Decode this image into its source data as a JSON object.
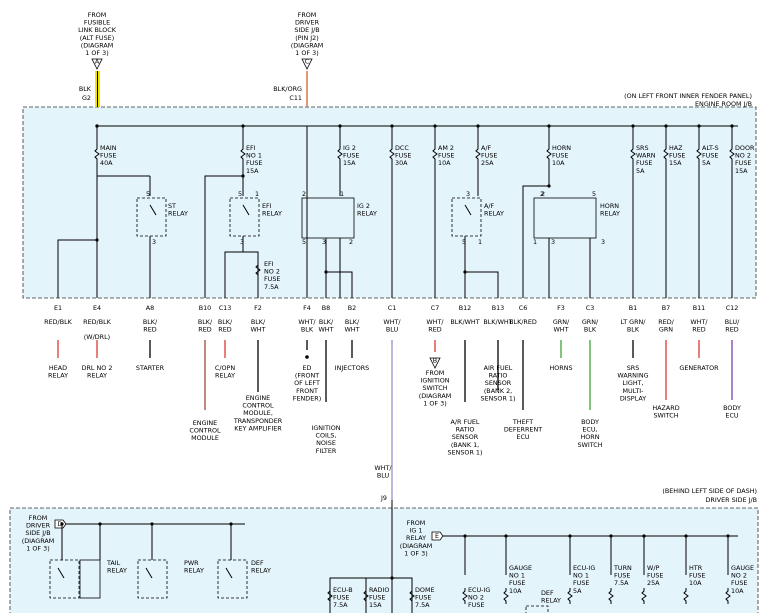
{
  "panel_top": {
    "title_line1": "(ON LEFT FRONT INNER FENDER PANEL)",
    "title_line2": "ENGINE ROOM J/B"
  },
  "panel_bottom": {
    "title_line1": "(BEHIND LEFT SIDE OF DASH)",
    "title_line2": "DRIVER SIDE J/B"
  },
  "sources": {
    "fusible": {
      "lines": [
        "FROM",
        "FUSIBLE",
        "LINK BLOCK",
        "(ALT FUSE)",
        "(DIAGRAM",
        "1 OF 3)"
      ],
      "tag": "A",
      "wire": "BLK",
      "pin": "G2"
    },
    "driver_jb": {
      "lines": [
        "FROM",
        "DRIVER",
        "SIDE J/B",
        "(PIN J2)",
        "(DIAGRAM",
        "1 OF 3)"
      ],
      "tag": "C",
      "wire": "BLK/ORG",
      "pin": "C11"
    },
    "driver_jb2": {
      "lines": [
        "FROM",
        "DRIVER",
        "SIDE J/B",
        "(DIAGRAM",
        "1 OF 3)"
      ],
      "tag": "D"
    },
    "ig1": {
      "lines": [
        "FROM",
        "IG 1",
        "RELAY",
        "(DIAGRAM",
        "1 OF 3)"
      ],
      "tag": "E"
    }
  },
  "fuses": [
    {
      "id": "main",
      "lines": [
        "MAIN",
        "FUSE",
        "40A"
      ]
    },
    {
      "id": "efi1",
      "lines": [
        "EFI",
        "NO 1",
        "FUSE",
        "15A"
      ]
    },
    {
      "id": "ig2",
      "lines": [
        "IG 2",
        "FUSE",
        "15A"
      ]
    },
    {
      "id": "dcc",
      "lines": [
        "DCC",
        "FUSE",
        "30A"
      ]
    },
    {
      "id": "am2",
      "lines": [
        "AM 2",
        "FUSE",
        "10A"
      ]
    },
    {
      "id": "af",
      "lines": [
        "A/F",
        "FUSE",
        "25A"
      ]
    },
    {
      "id": "horn",
      "lines": [
        "HORN",
        "FUSE",
        "10A"
      ]
    },
    {
      "id": "srs",
      "lines": [
        "SRS",
        "WARN",
        "FUSE",
        "5A"
      ]
    },
    {
      "id": "haz",
      "lines": [
        "HAZ",
        "FUSE",
        "15A"
      ]
    },
    {
      "id": "alts",
      "lines": [
        "ALT-S",
        "FUSE",
        "5A"
      ]
    },
    {
      "id": "door2",
      "lines": [
        "DOOR",
        "NO 2",
        "FUSE",
        "15A"
      ]
    },
    {
      "id": "efi2",
      "lines": [
        "EFI",
        "NO 2",
        "FUSE",
        "7.5A"
      ]
    }
  ],
  "relays": [
    {
      "id": "st",
      "lines": [
        "ST",
        "RELAY"
      ]
    },
    {
      "id": "efi",
      "lines": [
        "EFI",
        "RELAY"
      ]
    },
    {
      "id": "ig2",
      "lines": [
        "IG 2",
        "RELAY"
      ]
    },
    {
      "id": "af",
      "lines": [
        "A/F",
        "RELAY"
      ]
    },
    {
      "id": "horn",
      "lines": [
        "HORN",
        "RELAY"
      ]
    },
    {
      "id": "tail",
      "lines": [
        "TAIL",
        "RELAY"
      ]
    },
    {
      "id": "pwr",
      "lines": [
        "PWR",
        "RELAY"
      ]
    },
    {
      "id": "def",
      "lines": [
        "DEF",
        "RELAY"
      ]
    }
  ],
  "pin_numbers": [
    "5",
    "3",
    "5",
    "3",
    "1",
    "2",
    "3",
    "5",
    "1",
    "2",
    "3",
    "5",
    "1",
    "2",
    "3",
    "5",
    "1",
    "2",
    "3",
    "5",
    "1",
    "2",
    "3"
  ],
  "connectors": [
    {
      "pin": "E1",
      "wire": [
        "RED/BLK"
      ],
      "dest": [
        "HEAD",
        "RELAY"
      ]
    },
    {
      "pin": "E4",
      "wire": [
        "RED/BLK",
        "",
        "(W/DRL)"
      ],
      "dest": [
        "DRL NO 2",
        "RELAY"
      ]
    },
    {
      "pin": "A8",
      "wire": [
        "BLK/",
        "RED"
      ],
      "dest": [
        "STARTER"
      ]
    },
    {
      "pin": "B10",
      "wire": [
        "BLK/",
        "RED"
      ],
      "dest": [
        "ENGINE",
        "CONTROL",
        "MODULE"
      ]
    },
    {
      "pin": "C13",
      "wire": [
        "BLK/",
        "RED"
      ],
      "dest": [
        "C/OPN",
        "RELAY"
      ]
    },
    {
      "pin": "F2",
      "wire": [
        "BLK/",
        "WHT"
      ],
      "dest": [
        "ENGINE",
        "CONTROL",
        "MODULE,",
        "TRANSPONDER",
        "KEY AMPLIFIER"
      ]
    },
    {
      "pin": "F4",
      "wire": [
        "WHT/",
        "BLK"
      ],
      "dest": [
        "ED",
        "(FRONT",
        "OF LEFT",
        "FRONT",
        "FENDER)"
      ]
    },
    {
      "pin": "B8",
      "wire": [
        "BLK/",
        "WHT"
      ],
      "dest": [
        "IGNITION",
        "COILS,",
        "NOISE",
        "FILTER"
      ]
    },
    {
      "pin": "B2",
      "wire": [
        "BLK/",
        "WHT"
      ],
      "dest": [
        "INJECTORS"
      ]
    },
    {
      "pin": "C1",
      "wire": [
        "WHT/",
        "BLU"
      ],
      "dest": []
    },
    {
      "pin": "C7",
      "wire": [
        "WHT/",
        "RED"
      ],
      "dest": [
        "FROM",
        "IGNITION",
        "SWITCH",
        "(DIAGRAM",
        "1 OF 3)"
      ]
    },
    {
      "pin": "B12",
      "wire": [
        "BLK/WHT"
      ],
      "dest": [
        "A/R FUEL",
        "RATIO",
        "SENSOR",
        "(BANK 1,",
        "SENSOR 1)"
      ]
    },
    {
      "pin": "B13",
      "wire": [
        "BLK/WHT"
      ],
      "dest": [
        "AIR FUEL",
        "RATIO",
        "SENSOR",
        "(BANK 2,",
        "SENSOR 1)"
      ]
    },
    {
      "pin": "C6",
      "wire": [
        "BLK/RED"
      ],
      "dest": [
        "THEFT",
        "DEFERRENT",
        "ECU"
      ]
    },
    {
      "pin": "F3",
      "wire": [
        "GRN/",
        "WHT"
      ],
      "dest": [
        "HORNS"
      ]
    },
    {
      "pin": "C3",
      "wire": [
        "GRN/",
        "BLK"
      ],
      "dest": [
        "BODY",
        "ECU,",
        "HORN",
        "SWITCH"
      ]
    },
    {
      "pin": "B1",
      "wire": [
        "LT GRN/",
        "BLK"
      ],
      "dest": [
        "SRS",
        "WARNING",
        "LIGHT,",
        "MULTI-",
        "DISPLAY"
      ]
    },
    {
      "pin": "B7",
      "wire": [
        "RED/",
        "GRN"
      ],
      "dest": [
        "HAZARD",
        "SWITCH"
      ]
    },
    {
      "pin": "B11",
      "wire": [
        "WHT/",
        "RED"
      ],
      "dest": [
        "GENERATOR"
      ]
    },
    {
      "pin": "C12",
      "wire": [
        "BLU/",
        "RED"
      ],
      "dest": [
        "BODY",
        "ECU"
      ]
    }
  ],
  "tags": {
    "ed_tag": "ED",
    "c7_tag": "B"
  },
  "j9": {
    "wire": [
      "WHT/",
      "BLU"
    ],
    "pin": "J9"
  },
  "bottom_fuses": [
    {
      "id": "ecub",
      "lines": [
        "ECU-B",
        "FUSE",
        "7.5A"
      ]
    },
    {
      "id": "radio",
      "lines": [
        "RADIO",
        "FUSE",
        "15A"
      ]
    },
    {
      "id": "dome",
      "lines": [
        "DOME",
        "FUSE",
        "7.5A"
      ]
    },
    {
      "id": "ecuig2",
      "lines": [
        "ECU-IG",
        "NO 2",
        "FUSE"
      ]
    },
    {
      "id": "gauge1",
      "lines": [
        "GAUGE",
        "NO 1",
        "FUSE",
        "10A"
      ]
    },
    {
      "id": "def",
      "lines": [
        "DEF",
        "RELAY"
      ]
    },
    {
      "id": "ecuig1",
      "lines": [
        "ECU-IG",
        "NO 1",
        "FUSE",
        "5A"
      ]
    },
    {
      "id": "turn",
      "lines": [
        "TURN",
        "FUSE",
        "7.5A"
      ]
    },
    {
      "id": "wp",
      "lines": [
        "W/P",
        "FUSE",
        "25A"
      ]
    },
    {
      "id": "htr",
      "lines": [
        "HTR",
        "FUSE",
        "10A"
      ]
    },
    {
      "id": "gauge2",
      "lines": [
        "GAUGE",
        "NO 2",
        "FUSE",
        "10A"
      ]
    }
  ],
  "colors": {
    "panel_fill": "#e4f4fb",
    "panel_border": "#333333",
    "yellow": "#f2e600",
    "orange": "#d9784a",
    "red": "#d83a2e",
    "green": "#3aa63a",
    "purple": "#7a3fb0",
    "lavender": "#9a8fd0",
    "brown": "#9a4a3a"
  }
}
